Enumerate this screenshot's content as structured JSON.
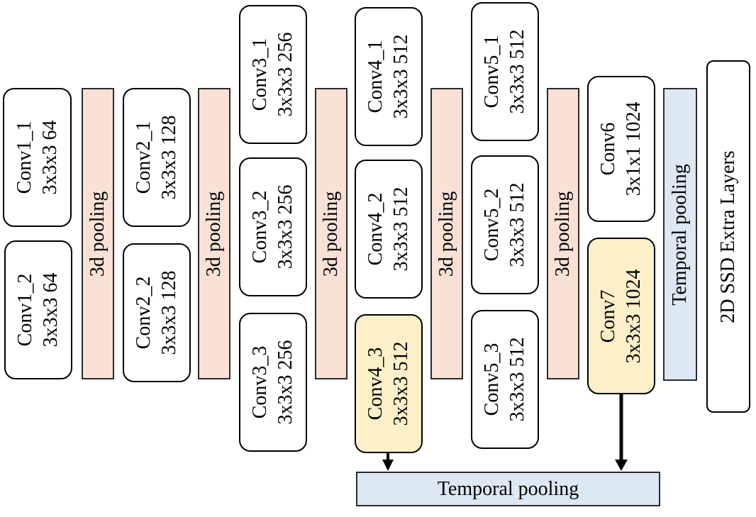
{
  "conv1": {
    "c1": {
      "name": "Conv1_1",
      "spec": "3x3x3 64"
    },
    "c2": {
      "name": "Conv1_2",
      "spec": "3x3x3 64"
    }
  },
  "pool1": "3d pooling",
  "conv2": {
    "c1": {
      "name": "Conv2_1",
      "spec": "3x3x3 128"
    },
    "c2": {
      "name": "Conv2_2",
      "spec": "3x3x3 128"
    }
  },
  "pool2": "3d pooling",
  "conv3": {
    "c1": {
      "name": "Conv3_1",
      "spec": "3x3x3 256"
    },
    "c2": {
      "name": "Conv3_2",
      "spec": "3x3x3 256"
    },
    "c3": {
      "name": "Conv3_3",
      "spec": "3x3x3 256"
    }
  },
  "pool3": "3d pooling",
  "conv4": {
    "c1": {
      "name": "Conv4_1",
      "spec": "3x3x3 512"
    },
    "c2": {
      "name": "Conv4_2",
      "spec": "3x3x3 512"
    },
    "c3": {
      "name": "Conv4_3",
      "spec": "3x3x3 512"
    }
  },
  "pool4": "3d pooling",
  "conv5": {
    "c1": {
      "name": "Conv5_1",
      "spec": "3x3x3 512"
    },
    "c2": {
      "name": "Conv5_2",
      "spec": "3x3x3 512"
    },
    "c3": {
      "name": "Conv5_3",
      "spec": "3x3x3 512"
    }
  },
  "pool5": "3d pooling",
  "conv6": {
    "name": "Conv6",
    "spec": "3x1x1 1024"
  },
  "conv7": {
    "name": "Conv7",
    "spec": "3x3x3 1024"
  },
  "temporal_pool_vertical": "Temporal pooling",
  "extra_layers": "2D SSD Extra Layers",
  "temporal_pool_bottom": "Temporal pooling",
  "colors": {
    "pooling_fill": "#f9e1d6",
    "temporal_fill": "#dce8f4",
    "highlight_fill": "#fdf0c8"
  }
}
